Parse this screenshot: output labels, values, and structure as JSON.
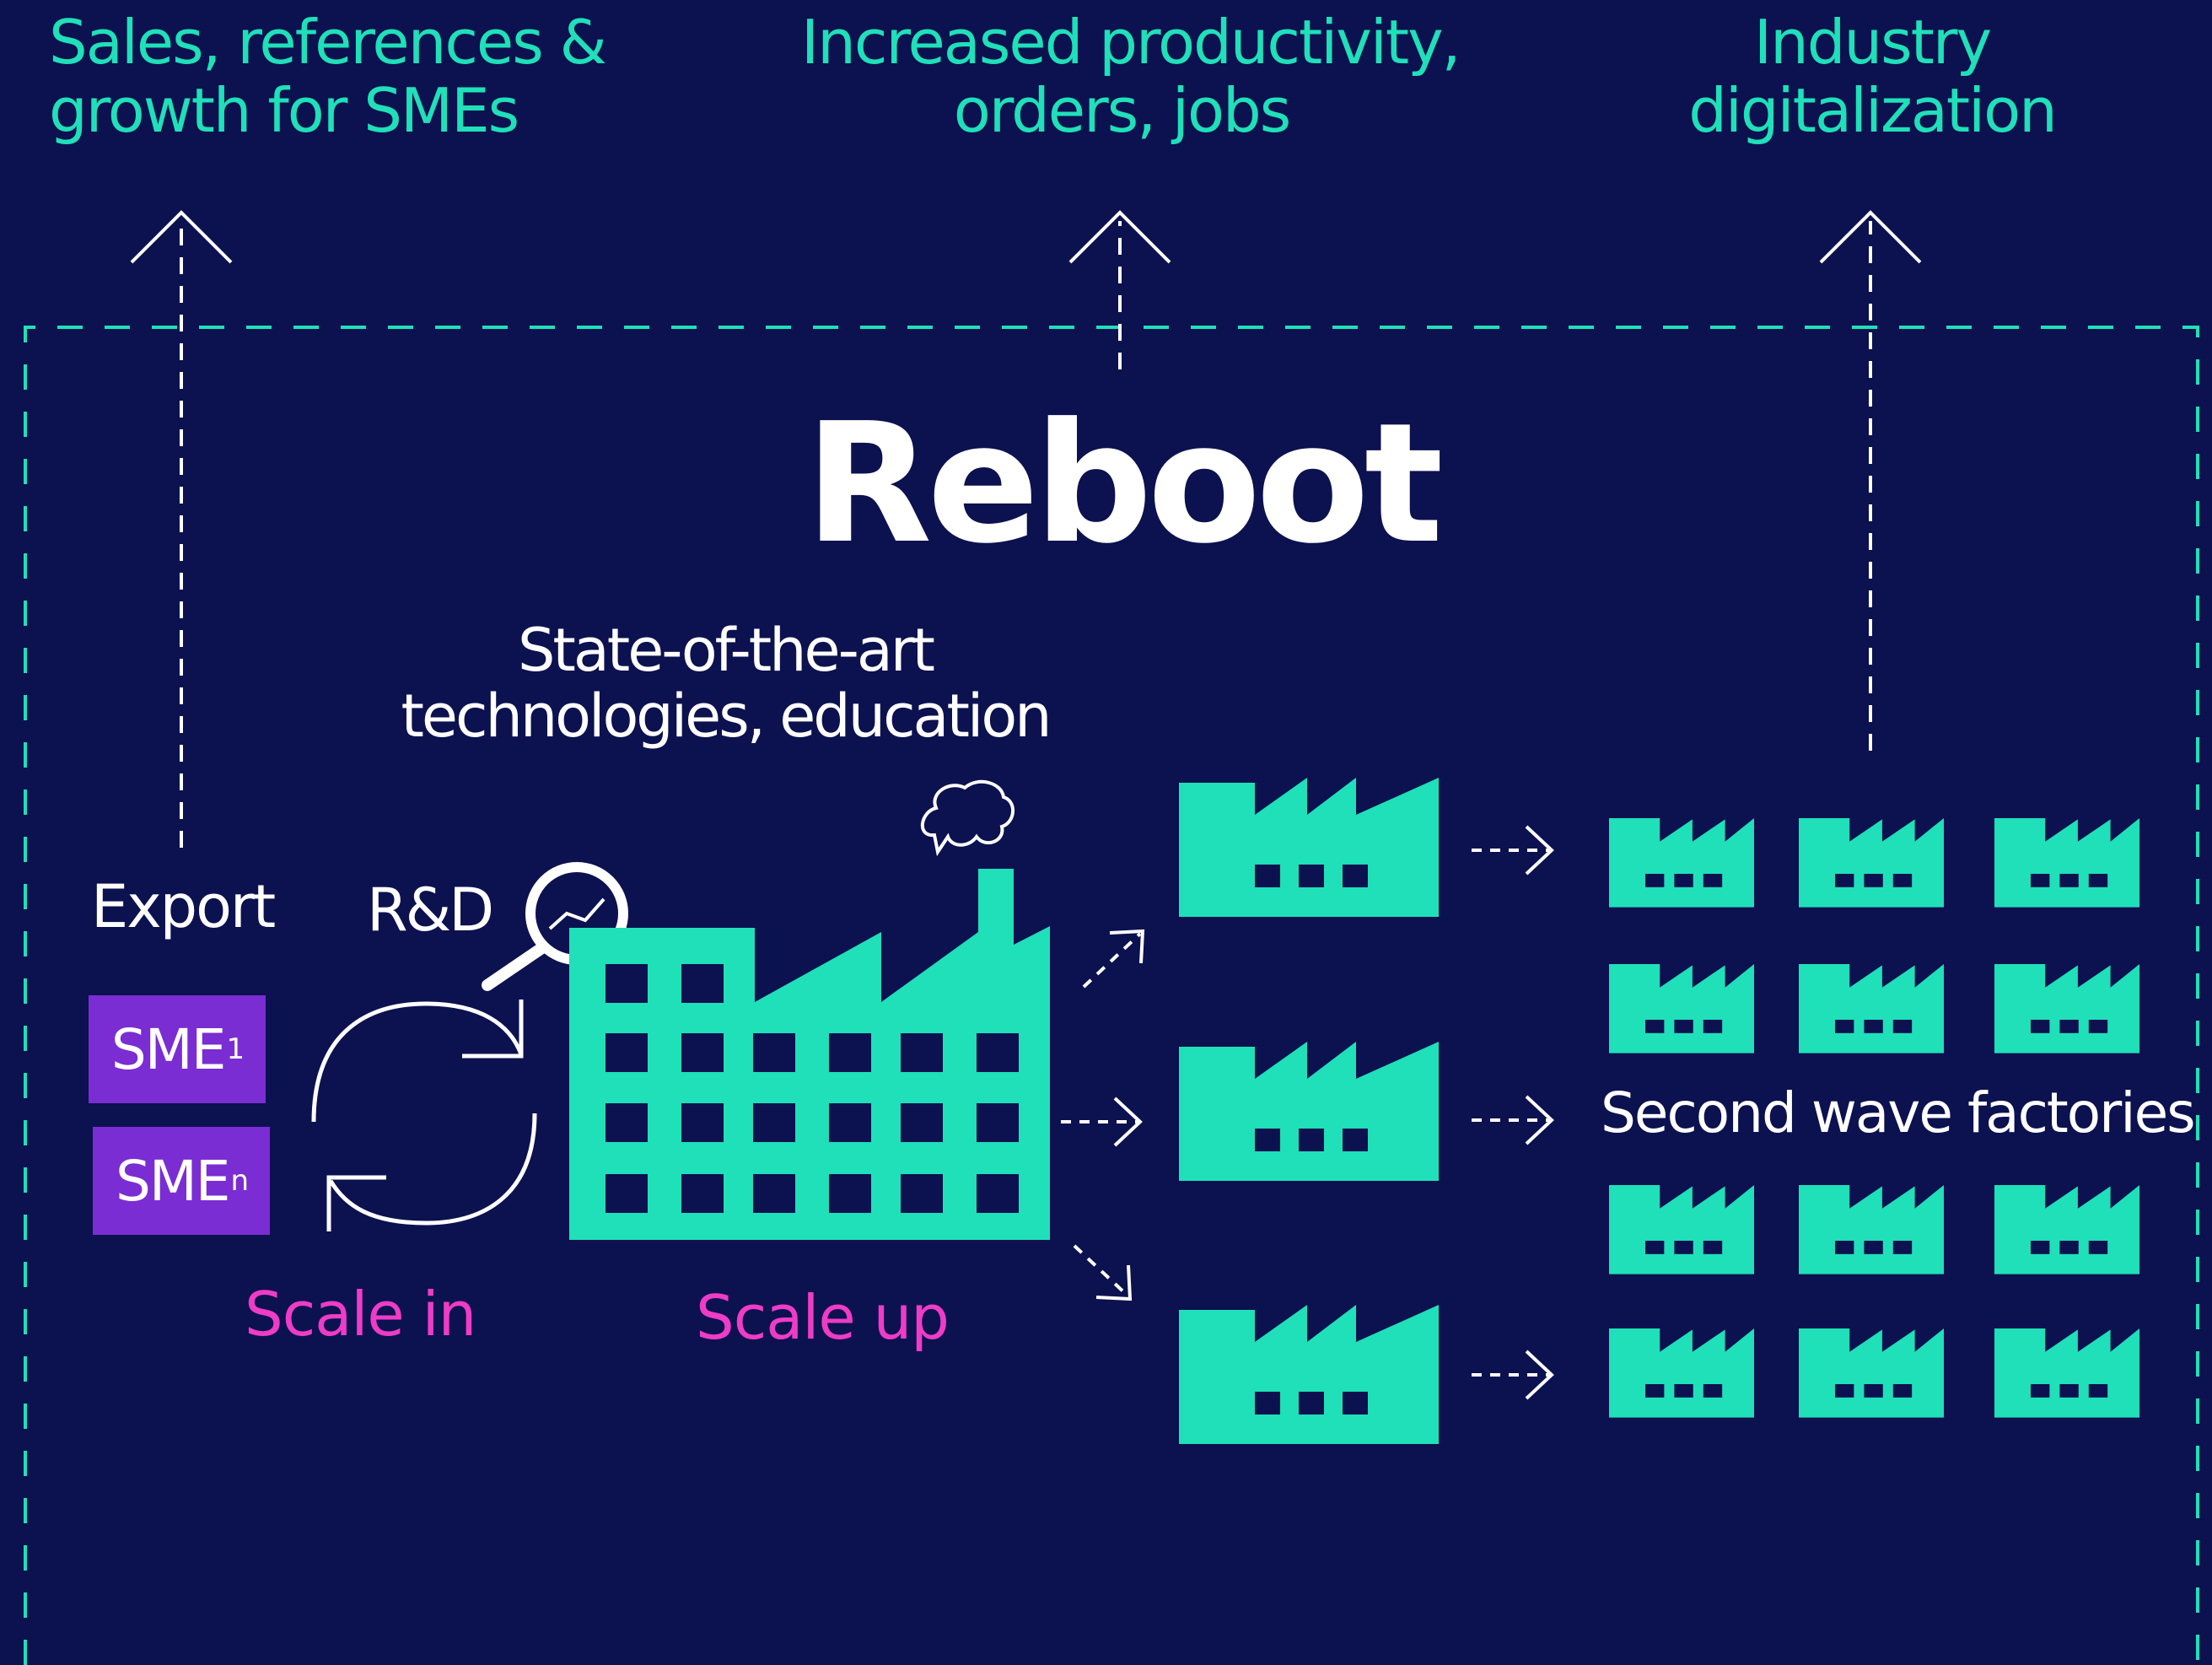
{
  "outcomes": {
    "sales": [
      "Sales, references &",
      "growth for SMEs"
    ],
    "productivity": [
      "Increased productivity,",
      "orders, jobs"
    ],
    "digitalization": [
      "Industry",
      "digitalization"
    ]
  },
  "title": "Reboot",
  "tech": [
    "State-of-the-art",
    "technologies, education"
  ],
  "labels": {
    "export": "Export",
    "rnd": "R&D",
    "scale_in": "Scale in",
    "scale_up": "Scale up",
    "second_wave": "Second wave factories"
  },
  "sme": {
    "first": {
      "text": "SME",
      "sub": "1"
    },
    "nth": {
      "text": "SME",
      "sub": "n"
    }
  },
  "colors": {
    "background": "#0c1150",
    "accent": "#1fe0b8",
    "sme": "#7a2dd2",
    "scale": "#ee3cc6",
    "text": "#ffffff"
  }
}
